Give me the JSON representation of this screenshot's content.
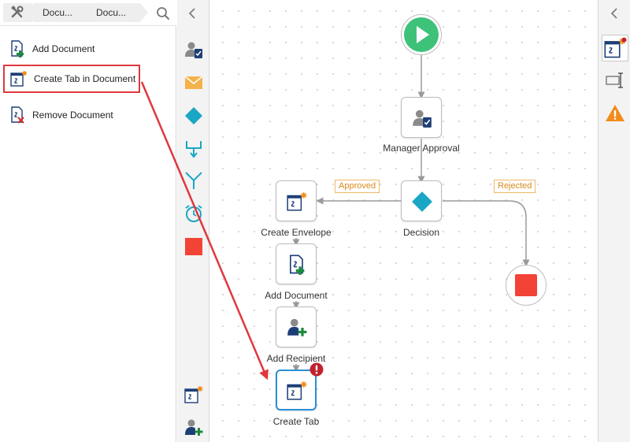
{
  "breadcrumb": {
    "seg1": "Docu...",
    "seg2": "Docu..."
  },
  "left_panel": {
    "items": [
      {
        "label": "Add Document"
      },
      {
        "label": "Create Tab in Document"
      },
      {
        "label": "Remove Document"
      }
    ]
  },
  "palette": {
    "tools": [
      "approval-tool-icon",
      "email-tool-icon",
      "decision-tool-icon",
      "merge-tool-icon",
      "split-tool-icon",
      "timer-tool-icon",
      "stop-tool-icon"
    ],
    "bottom": [
      "create-envelope-tool-icon",
      "add-recipient-tool-icon"
    ]
  },
  "workflow": {
    "nodes": [
      {
        "label": "Manager Approval"
      },
      {
        "label": "Decision"
      },
      {
        "label": "Create Envelope"
      },
      {
        "label": "Add Document"
      },
      {
        "label": "Add Recipient"
      },
      {
        "label": "Create Tab"
      }
    ],
    "edge_labels": {
      "approved": "Approved",
      "rejected": "Rejected"
    }
  },
  "colors": {
    "start_green": "#3ec27a",
    "stop_red": "#f24336",
    "decision_teal": "#1aa7c5",
    "highlight_red": "#e0383e",
    "selected_blue": "#2a8fd4",
    "error_red": "#c0232f",
    "label_orange": "#d98a1c"
  }
}
